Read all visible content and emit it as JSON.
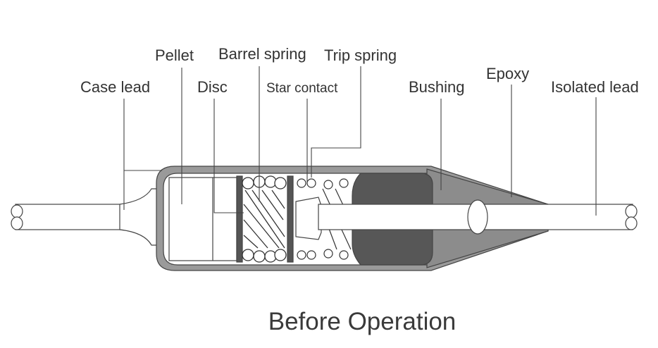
{
  "labels": {
    "case_lead": "Case lead",
    "pellet": "Pellet",
    "disc": "Disc",
    "barrel_spring": "Barrel spring",
    "star_contact": "Star contact",
    "trip_spring": "Trip spring",
    "bushing": "Bushing",
    "epoxy": "Epoxy",
    "isolated_lead": "Isolated lead"
  },
  "caption": "Before Operation",
  "colors": {
    "case_fill": "#9a9a9a",
    "case_interior": "#ffffff",
    "bushing_fill": "#575757",
    "epoxy_fill": "#8c8c8c",
    "lead_fill": "#ffffff",
    "spring_stroke": "#333333",
    "line": "#444444"
  }
}
